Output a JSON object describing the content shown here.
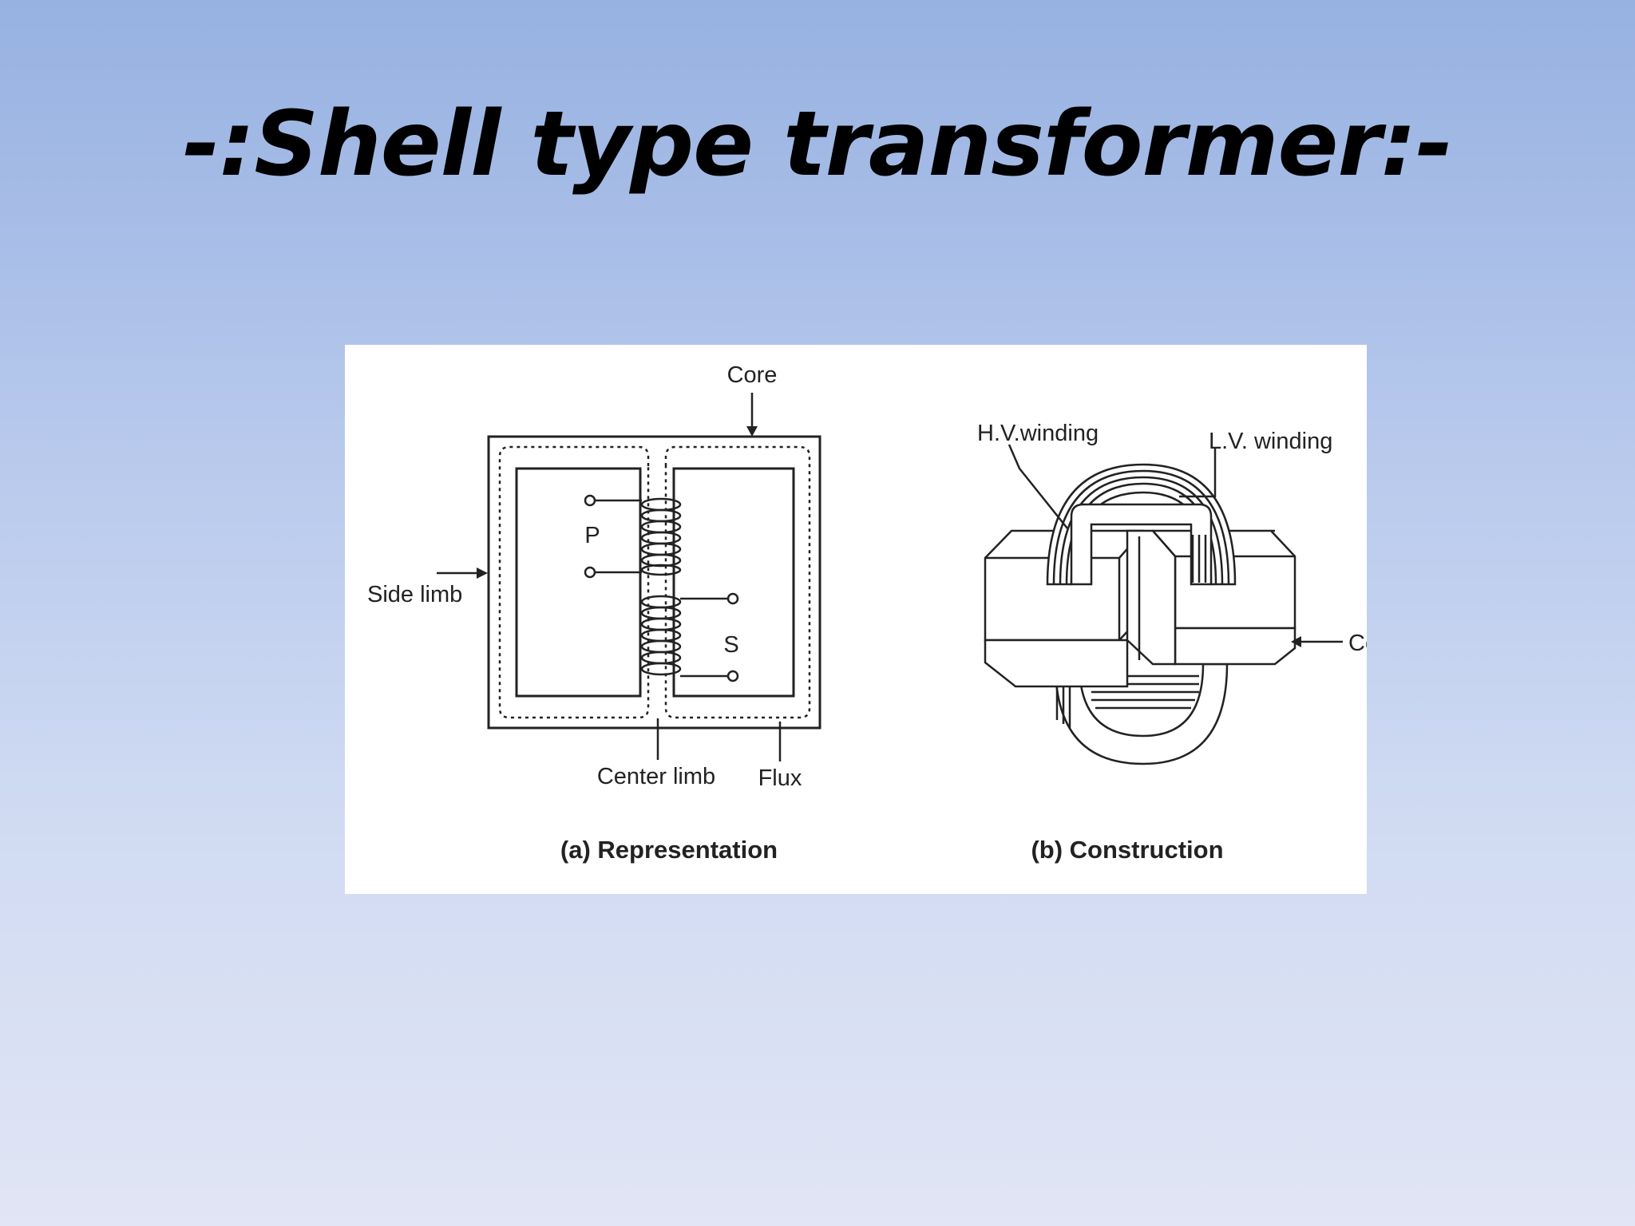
{
  "slide": {
    "title": "-:Shell type transformer:-"
  },
  "diagram_a": {
    "core_label": "Core",
    "side_limb_label": "Side limb",
    "primary_label": "P",
    "secondary_label": "S",
    "center_limb_label": "Center limb",
    "flux_label": "Flux",
    "caption": "(a) Representation"
  },
  "diagram_b": {
    "hv_label": "H.V.winding",
    "lv_label": "L.V. winding",
    "core_label": "Core",
    "caption": "(b) Construction"
  }
}
